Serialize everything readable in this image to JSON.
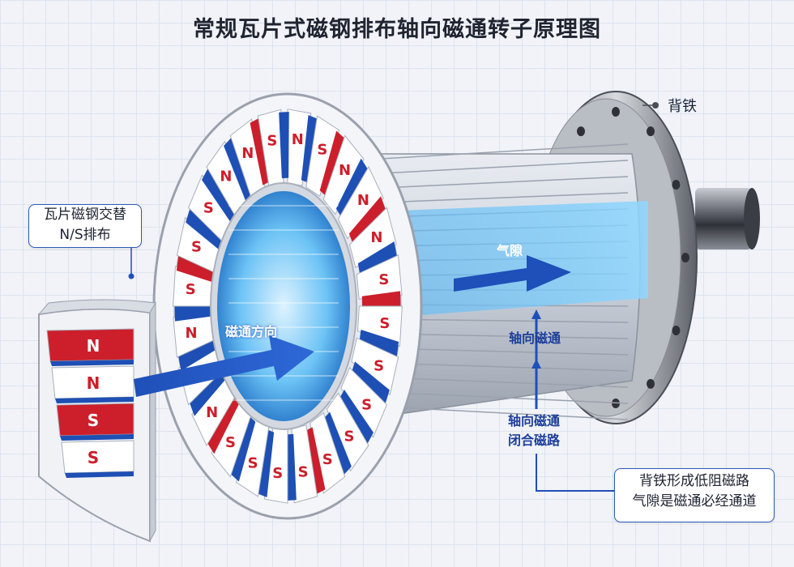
{
  "title": "常规瓦片式磁钢排布轴向磁通转子原理图",
  "labels": {
    "back_iron": "背铁",
    "tile_magnets_line1": "瓦片磁钢交替",
    "tile_magnets_line2": "N/S排布",
    "air_gap": "气隙",
    "flux_direction": "磁通方向",
    "axial_flux": "轴向磁通",
    "axial_closed_line1": "轴向磁通",
    "axial_closed_line2": "闭合磁路",
    "note_line1": "背铁形成低阻磁路",
    "note_line2": "气隙是磁通必经通道"
  },
  "ring_poles": [
    "N",
    "S",
    "N",
    "N",
    "N",
    "S",
    "S",
    "S",
    "S",
    "S",
    "S",
    "S",
    "S",
    "S",
    "S",
    "N",
    "N",
    "N",
    "S",
    "S",
    "S",
    "N",
    "N",
    "S"
  ],
  "ring_pole_color": [
    "blue",
    "red",
    "blue",
    "red",
    "blue",
    "red",
    "blue",
    "blue",
    "blue",
    "blue",
    "red",
    "blue",
    "blue",
    "blue",
    "red",
    "blue",
    "blue",
    "blue",
    "red",
    "blue",
    "blue",
    "blue",
    "red",
    "blue"
  ],
  "tile_poles": [
    "N",
    "N",
    "S",
    "S"
  ],
  "colors": {
    "accent_blue": "#1f4fb8",
    "pole_red": "#cc1f2b",
    "pole_blue": "#1e4fb4",
    "flux_glow": "#4fb3f5",
    "label_blue": "#1d3f9a"
  }
}
